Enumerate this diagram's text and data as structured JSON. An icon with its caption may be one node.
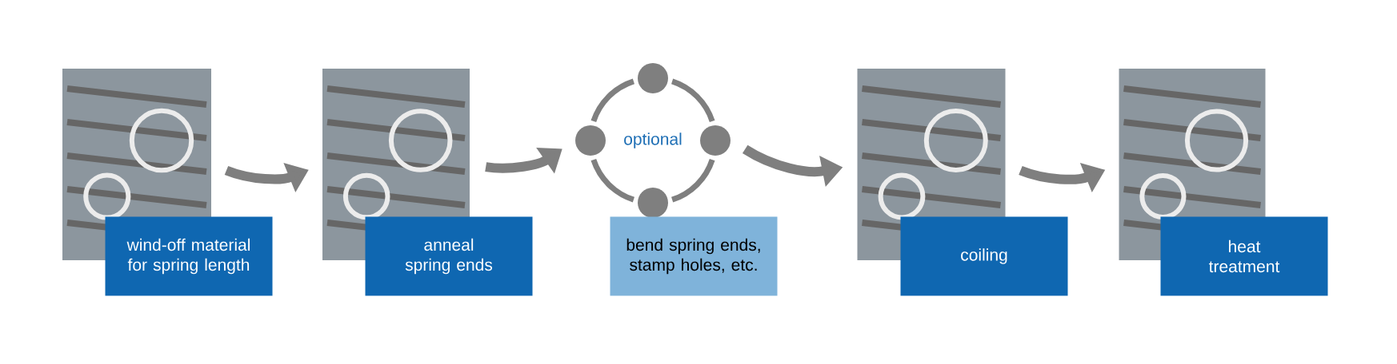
{
  "diagram": {
    "nodes": [
      {
        "text": [],
        "shape": "picture"
      },
      {
        "text": [
          "wind-off material for spring length"
        ]
      },
      {
        "text": [],
        "shape": "picture"
      },
      {
        "text": [
          "anneal spring ends"
        ]
      },
      {
        "text": [
          "optional"
        ]
      },
      {
        "text": [
          "bend spring ends, stamp holes, etc."
        ]
      },
      {
        "text": [],
        "shape": "picture"
      },
      {
        "text": [
          "coiling"
        ]
      },
      {
        "text": [],
        "shape": "picture"
      },
      {
        "text": [
          "heat treatment"
        ]
      }
    ],
    "edges": [
      {
        "from": 0,
        "to": 2,
        "arrow": "to"
      },
      {
        "from": 2,
        "to": 4,
        "arrow": "to"
      },
      {
        "from": 4,
        "to": 6,
        "arrow": "to"
      },
      {
        "from": 6,
        "to": 8,
        "arrow": "to"
      }
    ]
  }
}
